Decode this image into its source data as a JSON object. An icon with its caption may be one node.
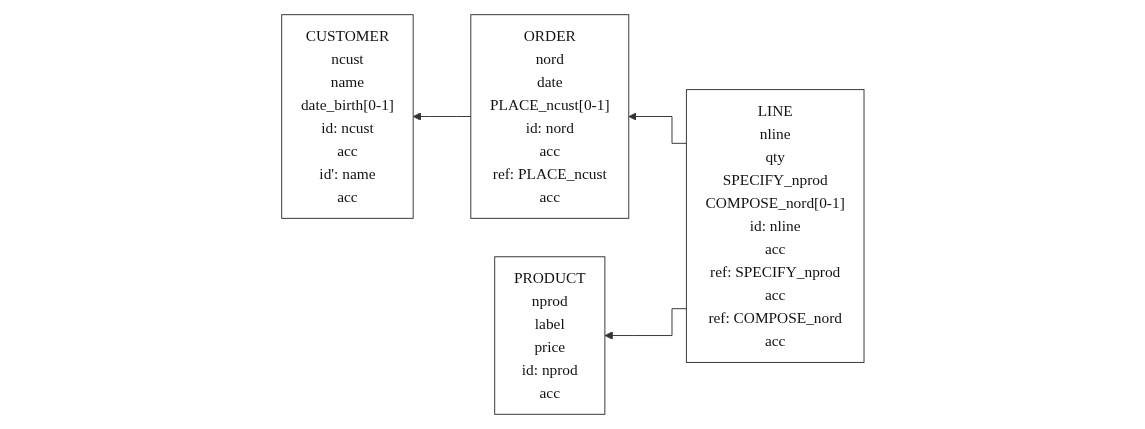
{
  "diagram": {
    "nodes": [
      {
        "text": [
          "CUSTOMER",
          "ncust",
          "name",
          "date_birth[0-1]",
          "id: ncust",
          "acc",
          "id': name",
          "acc"
        ]
      },
      {
        "text": [
          "ORDER",
          "nord",
          "date",
          "PLACE_ncust[0-1]",
          "id: nord",
          "acc",
          "ref: PLACE_ncust",
          "acc"
        ]
      },
      {
        "text": [
          "LINE",
          "nline",
          "qty",
          "SPECIFY_nprod",
          "COMPOSE_nord[0-1]",
          "id: nline",
          "acc",
          "ref: SPECIFY_nprod",
          "acc",
          "ref: COMPOSE_nord",
          "acc"
        ]
      },
      {
        "text": [
          "PRODUCT",
          "nprod",
          "label",
          "price",
          "id: nprod",
          "acc"
        ]
      }
    ],
    "edges": [
      {
        "from": 1,
        "to": 0,
        "arrow": "to"
      },
      {
        "from": 2,
        "to": 1,
        "arrow": "to"
      },
      {
        "from": 2,
        "to": 3,
        "arrow": "to"
      }
    ]
  }
}
